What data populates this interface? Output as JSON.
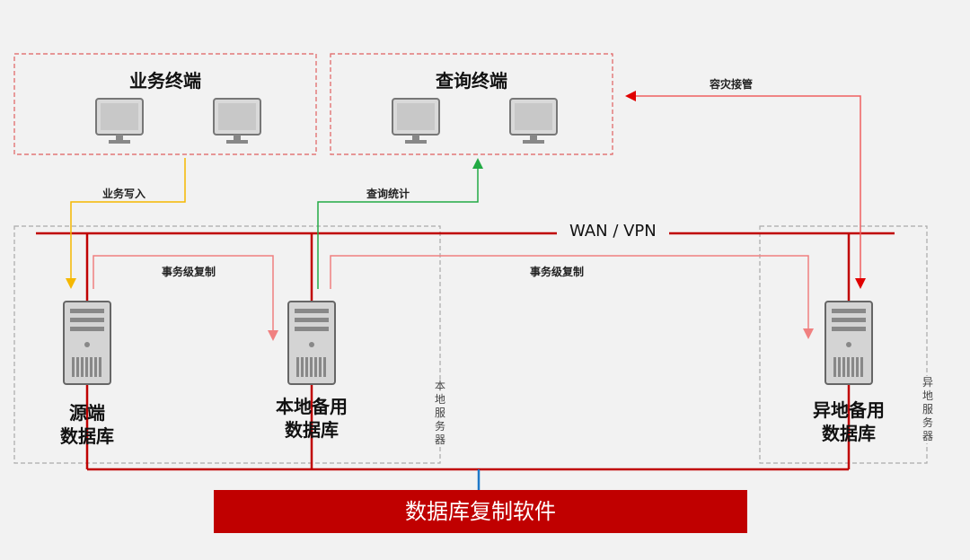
{
  "zones": {
    "business_terminal": "业务终端",
    "query_terminal": "查询终端",
    "local_server": "本地服务器",
    "remote_server": "异地服务器"
  },
  "flows": {
    "business_write": "业务写入",
    "query_stats": "查询统计",
    "disaster_takeover": "容灾接管",
    "txn_replication_1": "事务级复制",
    "txn_replication_2": "事务级复制"
  },
  "network": {
    "label": "WAN / VPN"
  },
  "databases": {
    "source": "源端\n数据库",
    "local_backup": "本地备用\n数据库",
    "remote_backup": "异地备用\n数据库"
  },
  "software": {
    "label": "数据库复制软件"
  },
  "colors": {
    "red": "#c00000",
    "pink": "#f08080",
    "yellow": "#f5b800",
    "green": "#22aa44",
    "blue": "#1f78c8"
  },
  "icons": {
    "monitor": "monitor-icon",
    "server": "server-icon"
  }
}
